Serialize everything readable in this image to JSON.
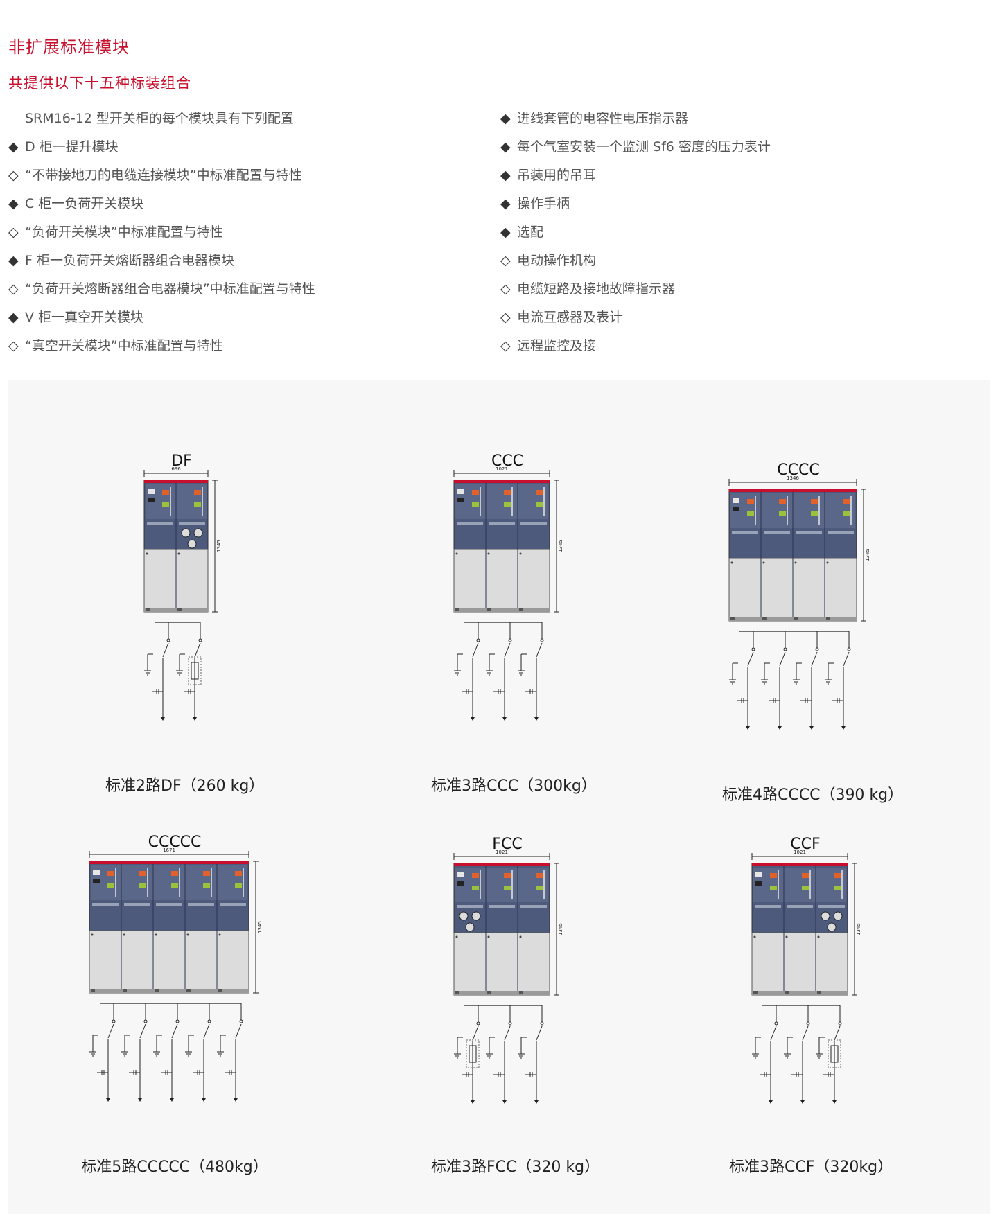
{
  "title": "非扩展标准模块",
  "subtitle": "共提供以下十五种标装组合",
  "config": {
    "left": [
      {
        "marker": "",
        "text": "SRM16-12 型开关柜的每个模块具有下列配置"
      },
      {
        "marker": "◆",
        "text": "D 柜一提升模块"
      },
      {
        "marker": "◇",
        "text": "“不带接地刀的电缆连接模块”中标准配置与特性"
      },
      {
        "marker": "◆",
        "text": "C 柜一负荷开关模块"
      },
      {
        "marker": "◇",
        "text": "“负荷开关模块”中标准配置与特性"
      },
      {
        "marker": "◆",
        "text": "F 柜一负荷开关熔断器组合电器模块"
      },
      {
        "marker": "◇",
        "text": "“负荷开关熔断器组合电器模块”中标准配置与特性"
      },
      {
        "marker": "◆",
        "text": "V 柜一真空开关模块"
      },
      {
        "marker": "◇",
        "text": "“真空开关模块”中标准配置与特性"
      }
    ],
    "right": [
      {
        "marker": "◆",
        "text": "进线套管的电容性电压指示器"
      },
      {
        "marker": "◆",
        "text": "每个气室安装一个监测 Sf6 密度的压力表计"
      },
      {
        "marker": "◆",
        "text": "吊装用的吊耳"
      },
      {
        "marker": "◆",
        "text": "操作手柄"
      },
      {
        "marker": "◆",
        "text": "选配"
      },
      {
        "marker": "◇",
        "text": "电动操作机构"
      },
      {
        "marker": "◇",
        "text": "电缆短路及接地故障指示器"
      },
      {
        "marker": "◇",
        "text": "电流互感器及表计"
      },
      {
        "marker": "◇",
        "text": "远程监控及接"
      }
    ]
  },
  "units": [
    {
      "code": "DF",
      "width_label": "696",
      "height_label": "1345",
      "modules": [
        "D",
        "F"
      ],
      "caption": "标准2路DF（260 kg）"
    },
    {
      "code": "CCC",
      "width_label": "1021",
      "height_label": "1345",
      "modules": [
        "C",
        "C",
        "C"
      ],
      "caption": "标准3路CCC（300kg）"
    },
    {
      "code": "CCCC",
      "width_label": "1346",
      "height_label": "1345",
      "modules": [
        "C",
        "C",
        "C",
        "C"
      ],
      "caption": "标准4路CCCC（390 kg）"
    },
    {
      "code": "CCCCC",
      "width_label": "1671",
      "height_label": "1345",
      "modules": [
        "C",
        "C",
        "C",
        "C",
        "C"
      ],
      "caption": "标准5路CCCCC（480kg）"
    },
    {
      "code": "FCC",
      "width_label": "1021",
      "height_label": "1345",
      "modules": [
        "F",
        "C",
        "C"
      ],
      "caption": "标准3路FCC（320 kg）"
    },
    {
      "code": "CCF",
      "width_label": "1021",
      "height_label": "1345",
      "modules": [
        "C",
        "C",
        "F"
      ],
      "caption": "标准3路CCF（320kg）"
    }
  ],
  "colors": {
    "accent": "#c8102e",
    "cabinet_top": "#4d5a7c",
    "cabinet_bottom": "#dcdcdc",
    "orange_indicator": "#e0612a",
    "green_indicator": "#9cc23b"
  }
}
